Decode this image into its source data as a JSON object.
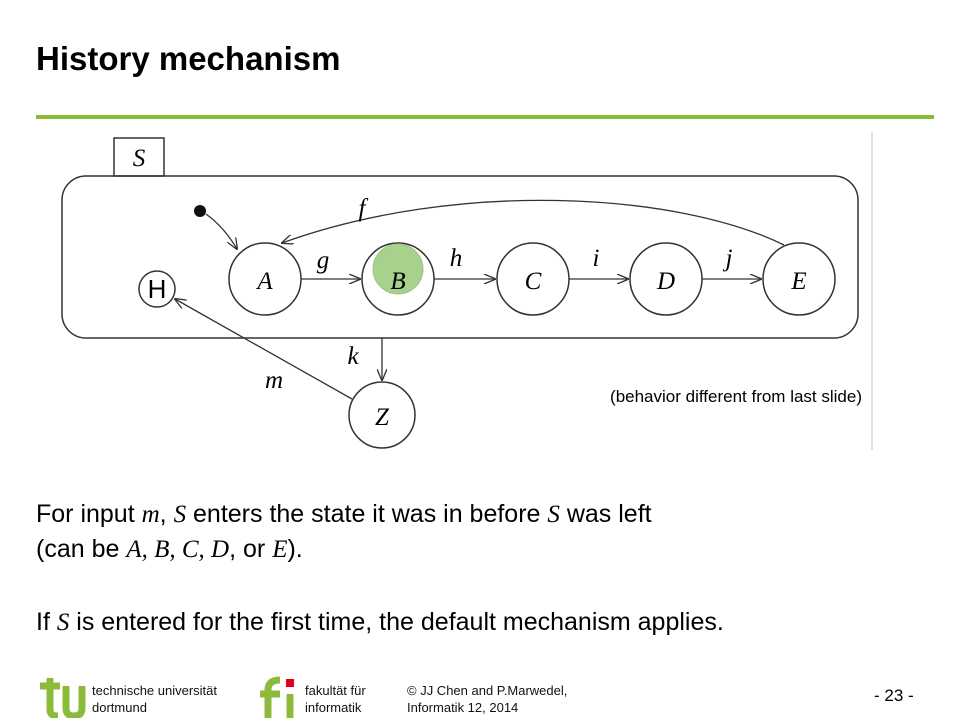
{
  "slide": {
    "title": "History mechanism"
  },
  "diagram": {
    "superstate_label": "S",
    "history_label": "H",
    "states": [
      "A",
      "B",
      "C",
      "D",
      "E",
      "Z"
    ],
    "transitions": [
      "f",
      "g",
      "h",
      "i",
      "j",
      "k",
      "m"
    ],
    "note": "(behavior different from last slide)",
    "highlight_color": "#a9d18e"
  },
  "body": {
    "p1_a": "For input ",
    "p1_m": "m",
    "p1_b": ", ",
    "p1_s": "S",
    "p1_c": " enters the state it was in before ",
    "p1_s2": "S",
    "p1_d": " was left",
    "p2_a": "(can be ",
    "p2_list": "A, B, C, D",
    "p2_b": ", or ",
    "p2_e": "E",
    "p2_c": ").",
    "p3_a": "If ",
    "p3_s": "S",
    "p3_b": " is entered for the first time, the default mechanism applies."
  },
  "footer": {
    "uni_line1": "technische universität",
    "uni_line2": "dortmund",
    "fak_line1": "fakultät für",
    "fak_line2": "informatik",
    "copy_line1": "© JJ Chen and P.Marwedel,",
    "copy_line2": "Informatik 12,  2014",
    "page": "- 23 -"
  }
}
